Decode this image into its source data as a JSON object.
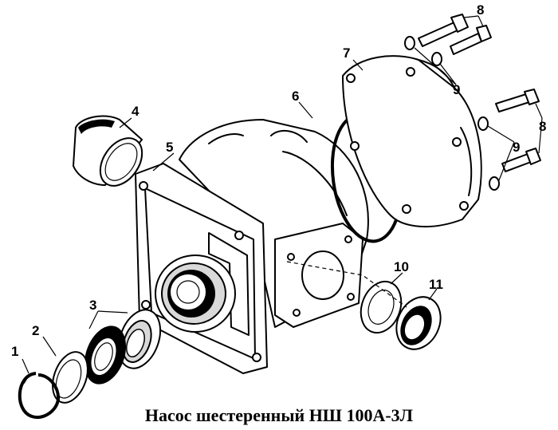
{
  "caption": "Насос шестеренный  НШ 100А-3Л",
  "callouts": {
    "c1": "1",
    "c2": "2",
    "c3": "3",
    "c4": "4",
    "c5": "5",
    "c6": "6",
    "c7": "7",
    "c8a": "8",
    "c8b": "8",
    "c9a": "9",
    "c9b": "9",
    "c10": "10",
    "c11": "11"
  }
}
